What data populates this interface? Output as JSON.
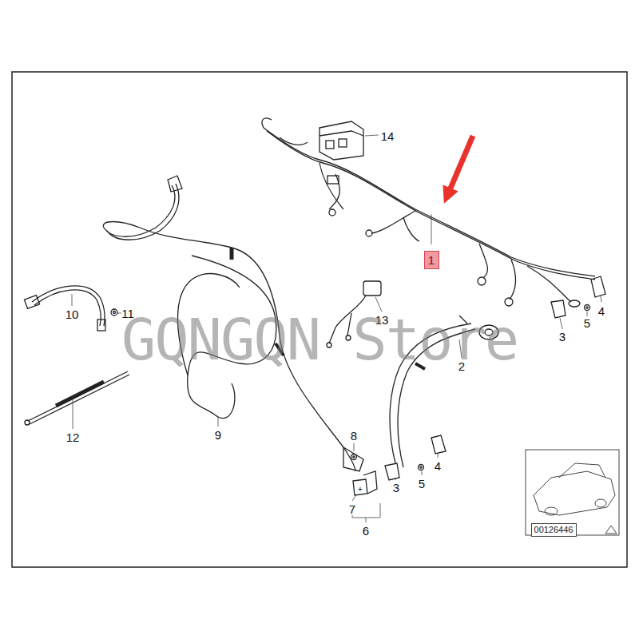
{
  "diagram": {
    "nodes": [
      {
        "text": [
          "1"
        ]
      },
      {
        "text": [
          "00126446"
        ]
      }
    ],
    "labels": [
      "14",
      "4",
      "5",
      "3",
      "10",
      "11",
      "13",
      "2",
      "12",
      "9",
      "8",
      "4",
      "5",
      "3",
      "7",
      "6",
      "GQNGQN Store"
    ]
  }
}
